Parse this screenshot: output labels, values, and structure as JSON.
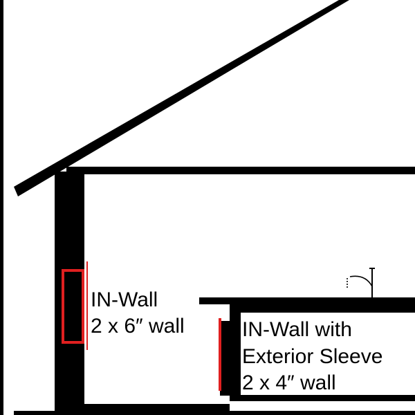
{
  "labels": {
    "in_wall_6": {
      "line1": "IN-Wall",
      "line2": "2 x 6″ wall"
    },
    "in_wall_4": {
      "line1": "IN-Wall with",
      "line2": "Exterior Sleeve",
      "line3": "2 x 4″ wall"
    }
  },
  "colors": {
    "structure": "#000000",
    "vent_unit": "#e02020",
    "background": "#ffffff"
  }
}
